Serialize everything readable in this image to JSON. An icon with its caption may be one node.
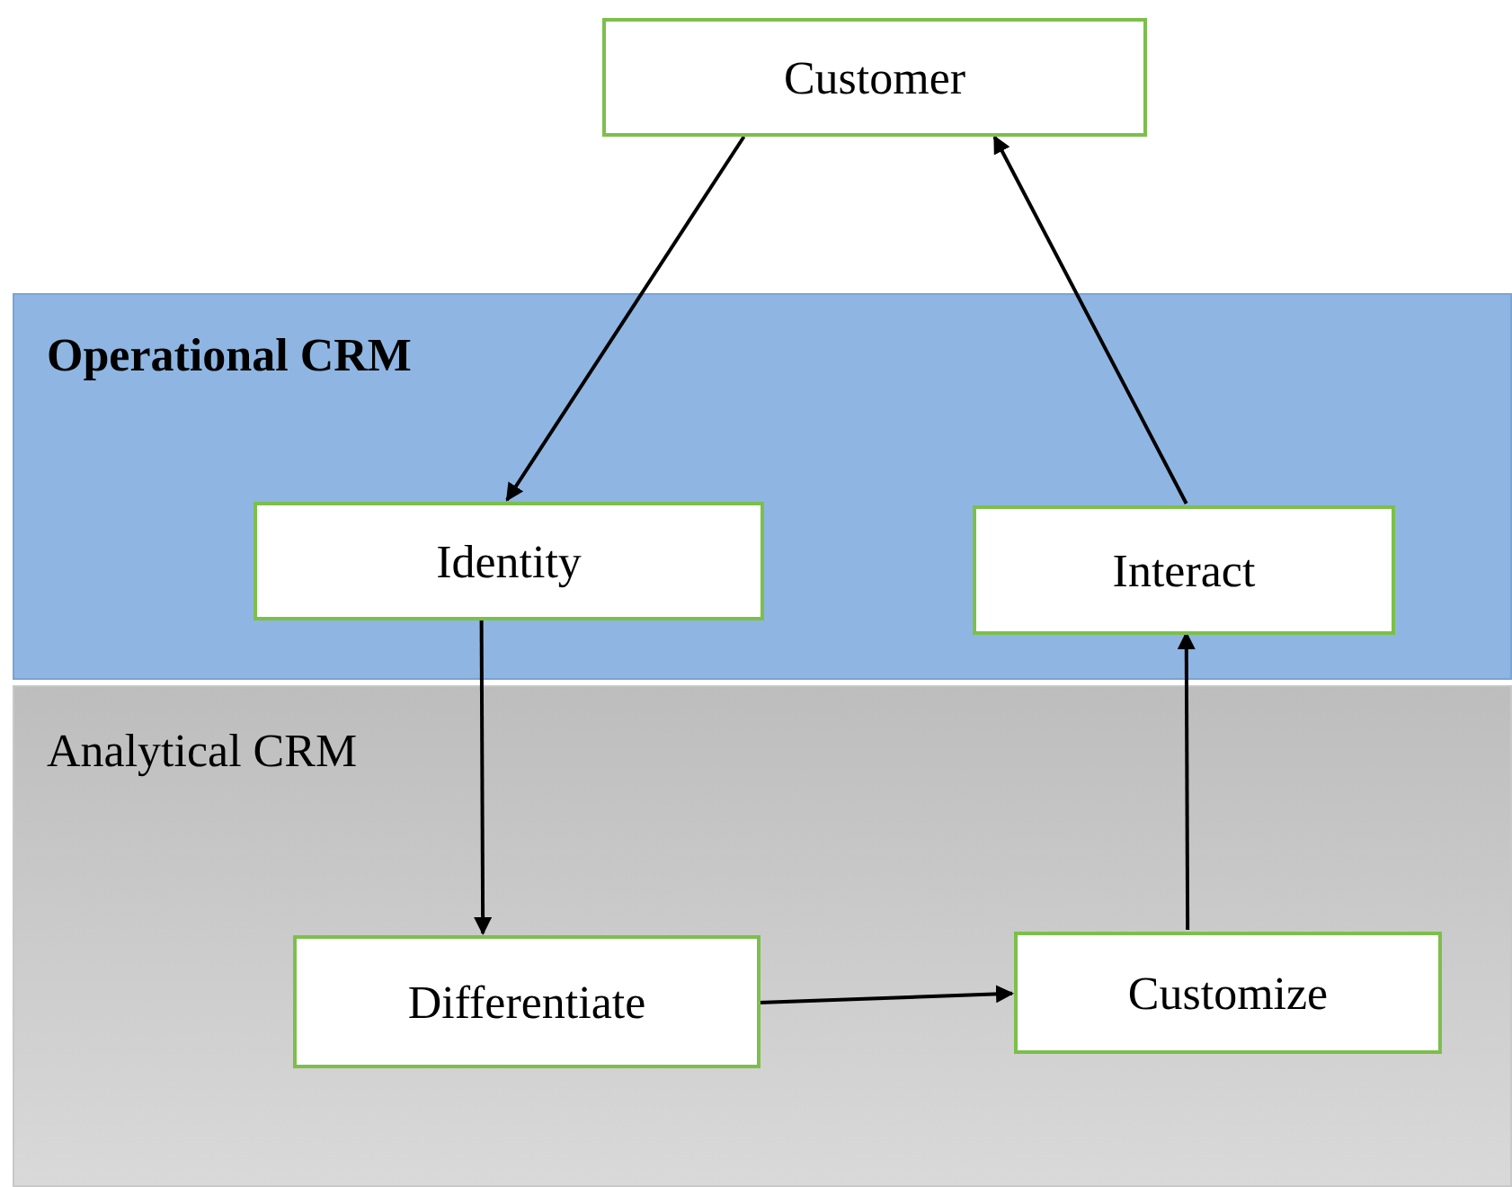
{
  "diagram": {
    "nodes": [
      {
        "text": [
          "Customer"
        ]
      },
      {
        "text": [
          "Operational CRM"
        ]
      },
      {
        "text": [
          "Identity"
        ],
        "in": 1
      },
      {
        "text": [
          "Interact"
        ],
        "in": 1
      },
      {
        "text": [
          "Analytical CRM"
        ]
      },
      {
        "text": [
          "Differentiate"
        ],
        "in": 4
      },
      {
        "text": [
          "Customize"
        ],
        "in": 4
      }
    ],
    "edges": [
      {
        "from": 0,
        "to": 2,
        "arrow": "to"
      },
      {
        "from": 2,
        "to": 5,
        "arrow": "to"
      },
      {
        "from": 5,
        "to": 6,
        "arrow": "to"
      },
      {
        "from": 6,
        "to": 3,
        "arrow": "to"
      },
      {
        "from": 3,
        "to": 0,
        "arrow": "to"
      }
    ]
  }
}
